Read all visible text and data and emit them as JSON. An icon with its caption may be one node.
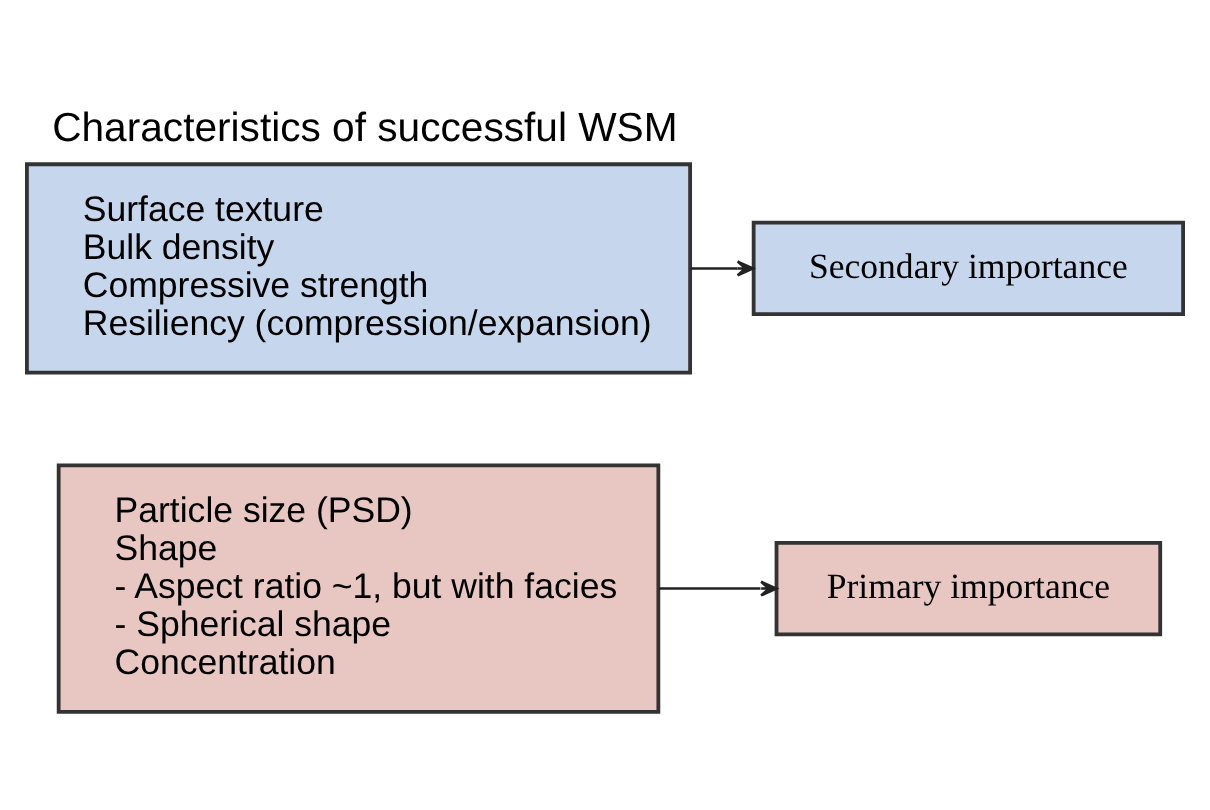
{
  "diagram": {
    "title": "Characteristics of successful WSM",
    "nodes": [
      {
        "text": [
          "Particle size (PSD)",
          "Shape",
          "- Aspect ratio ~1, but with facies",
          "- Spherical shape",
          "Concentration"
        ]
      },
      {
        "text": [
          "Primary importance"
        ]
      },
      {
        "text": [
          "Surface texture",
          "Bulk density",
          "Compressive strength",
          "Resiliency (compression/expansion)"
        ]
      },
      {
        "text": [
          "Secondary importance"
        ]
      }
    ],
    "edges": [
      {
        "from": 0,
        "to": 1,
        "arrow": "to"
      },
      {
        "from": 2,
        "to": 3,
        "arrow": "to"
      }
    ]
  }
}
